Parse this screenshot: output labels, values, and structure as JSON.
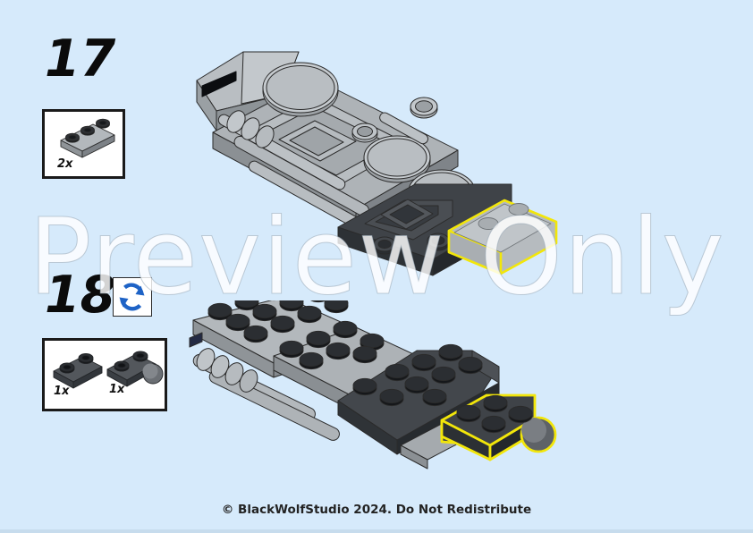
{
  "page": {
    "background_color": "#d6eafb",
    "watermark_text": "Preview Only",
    "footer_text": "© BlackWolfStudio 2024. Do Not Redistribute"
  },
  "steps": [
    {
      "number": "17",
      "rotation_hint": false,
      "parts": [
        {
          "name": "plate-1x3-light-gray",
          "quantity": "2x",
          "color": "#9ba0a4"
        }
      ],
      "model": {
        "name": "lego-assembly-underside-view",
        "highlight_color": "#f2e60a",
        "highlighted_part": "plate-1x3-light-gray"
      }
    },
    {
      "number": "18",
      "rotation_hint": true,
      "rotation_icon": "rotate-model-icon",
      "parts": [
        {
          "name": "plate-1x2-dark-gray",
          "quantity": "1x",
          "color": "#4a4d52"
        },
        {
          "name": "plate-1x2-with-ball-joint-dark-gray",
          "quantity": "1x",
          "color": "#4a4d52"
        }
      ],
      "model": {
        "name": "lego-assembly-topside-view",
        "highlight_color": "#f2e60a",
        "highlighted_part": "plate-1x2-with-ball-joint-dark-gray"
      }
    }
  ]
}
